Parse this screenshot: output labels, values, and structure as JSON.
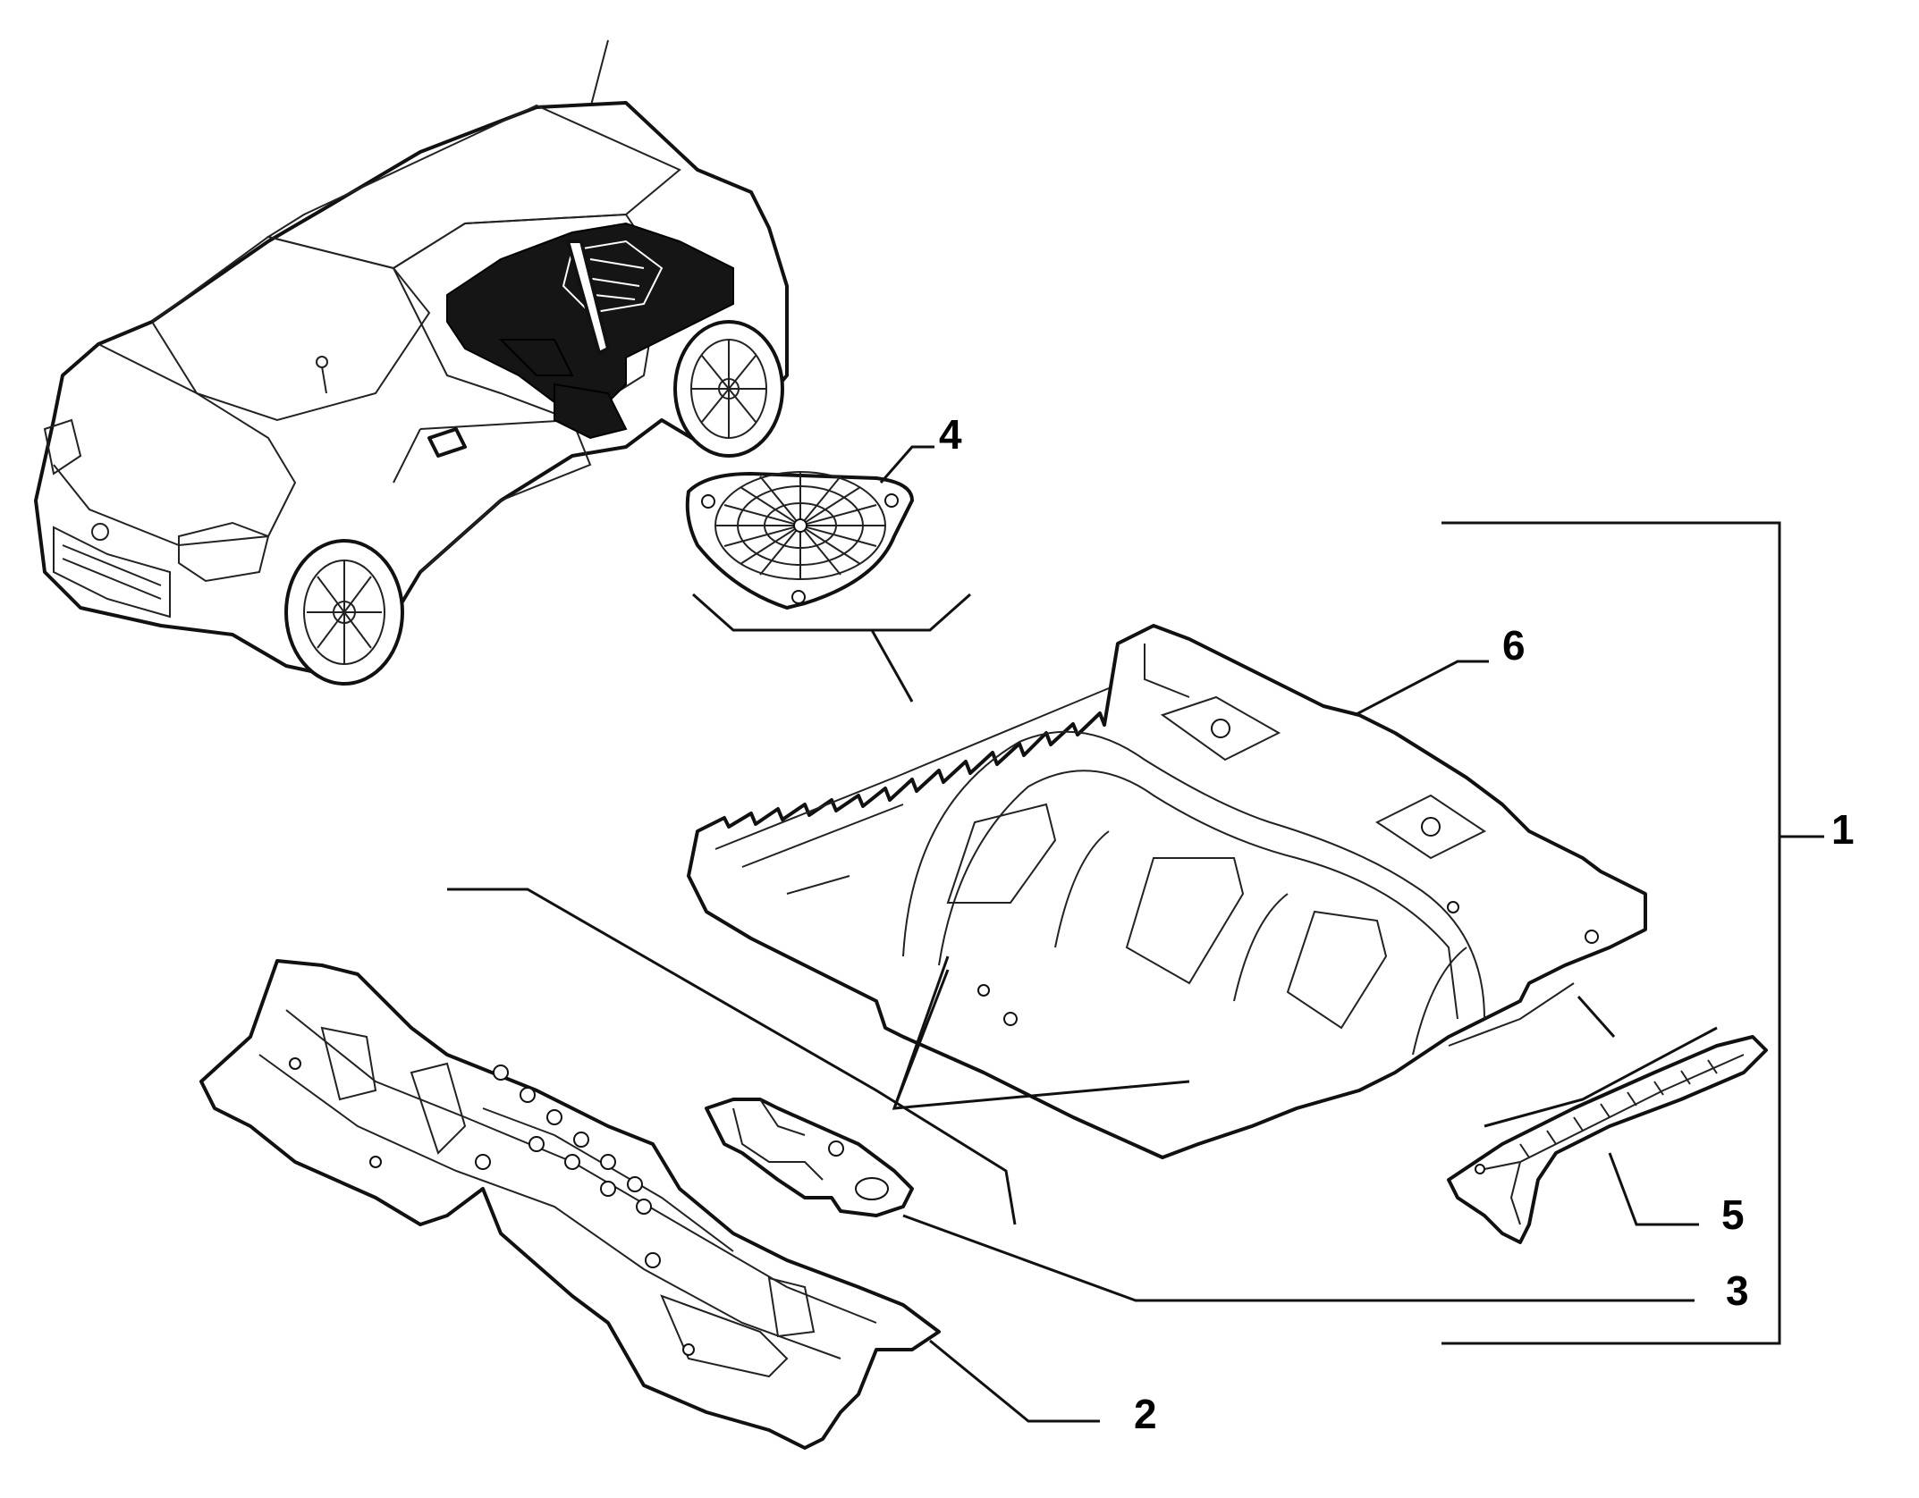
{
  "callouts": {
    "c1": "1",
    "c2": "2",
    "c3": "3",
    "c4": "4",
    "c5": "5",
    "c6": "6"
  },
  "colors": {
    "line": "#111111",
    "background": "#ffffff",
    "highlight": "#151515"
  }
}
